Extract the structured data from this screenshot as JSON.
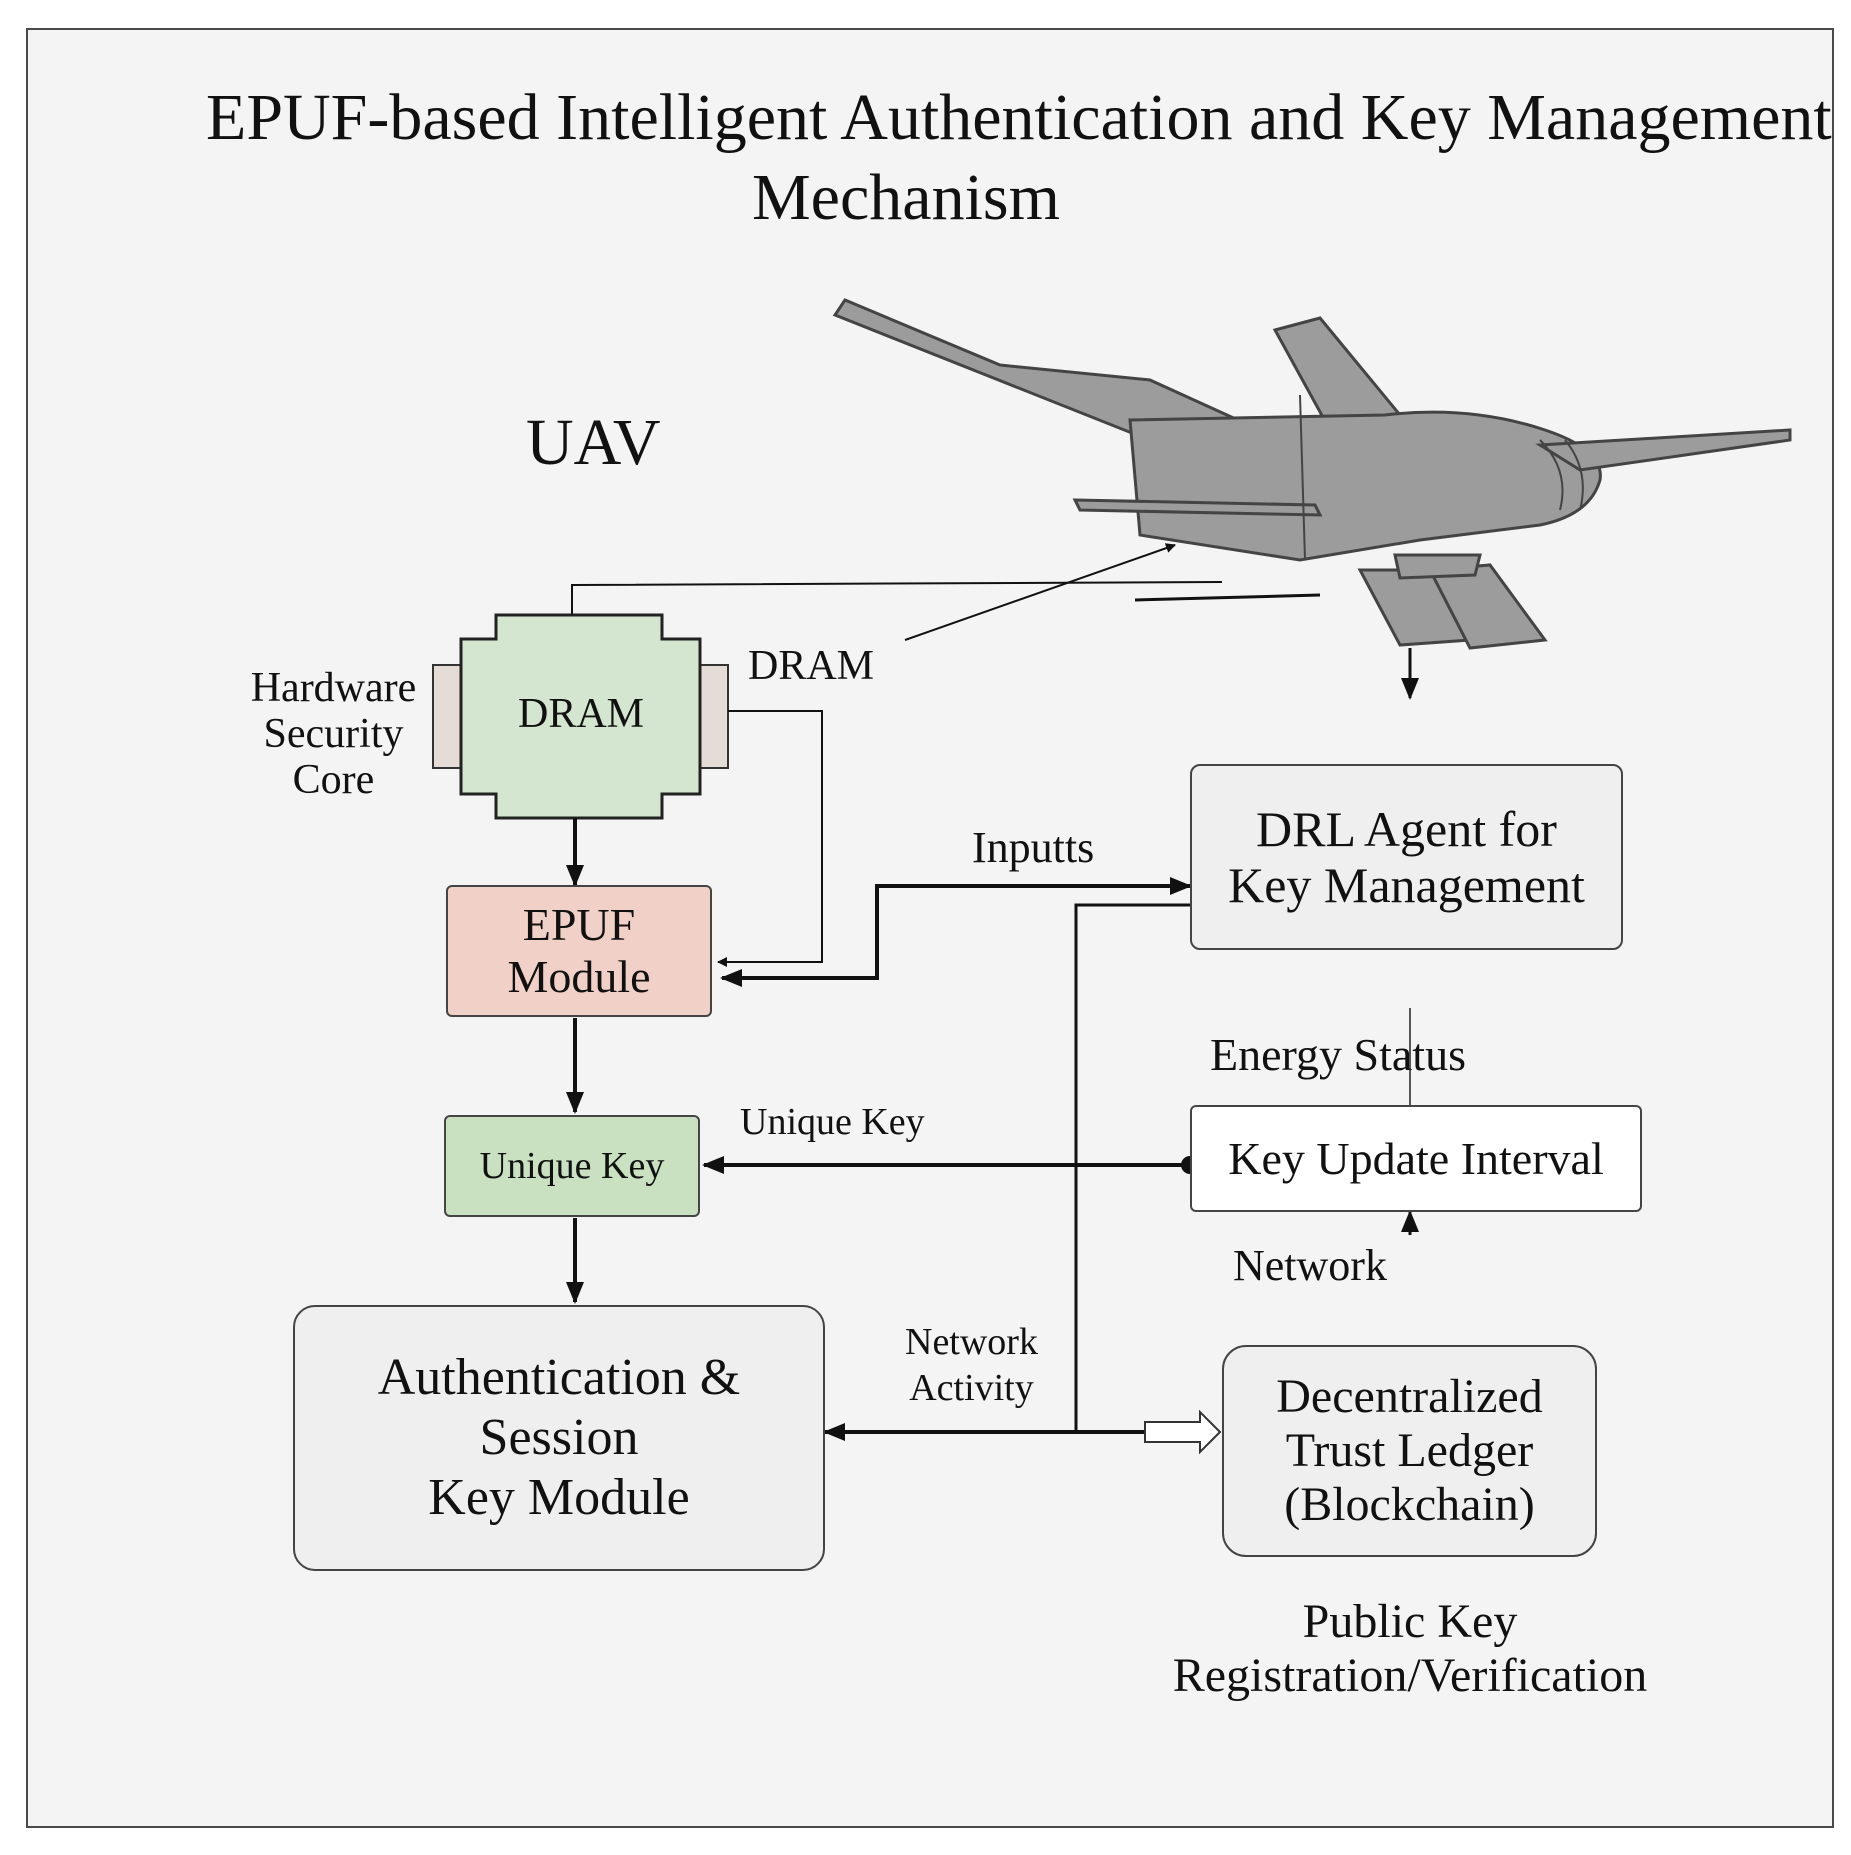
{
  "title": {
    "line1": "EPUF-based Intelligent Authentication and Key Management",
    "line2": "Mechanism"
  },
  "uav": {
    "label": "UAV",
    "hardware_security_core": "Hardware\nSecurity\nCore",
    "dram_chip": "DRAM",
    "dram_side": "DRAM",
    "epuf_module": "EPUF\nModule"
  },
  "unique_key_box": "Unique Key",
  "unique_key_arrow_label": "Unique Key",
  "auth_module": "Authentication &\nSession\nKey Module",
  "drl_agent": "DRL Agent for\nKey Management",
  "inputs_label": "Inputts",
  "energy_status_label": "Energy Status",
  "key_update_interval": "Key Update Interval",
  "network_label": "Network",
  "network_activity_label": "Network\nActivity",
  "ledger": "Decentralized\nTrust Ledger\n(Blockchain)",
  "public_key_label": "Public Key\nRegistration/Verification",
  "colors": {
    "panel_gray": "#d9d9d9",
    "inner_light": "#efefef",
    "dram_green": "#d4e6cf",
    "epuf_pink": "#f1d1c7",
    "unique_key_green": "#c9e0c1",
    "drone_gray": "#9a9a9a"
  }
}
